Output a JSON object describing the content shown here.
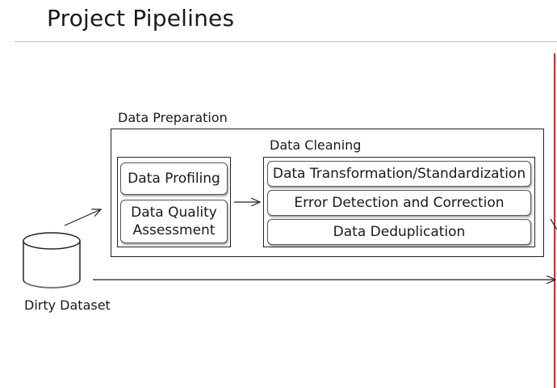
{
  "page": {
    "title": "Project Pipelines"
  },
  "diagram": {
    "source": {
      "label": "Dirty Dataset",
      "icon": "database-cylinder-icon"
    },
    "outer_group": {
      "label": "Data Preparation"
    },
    "profiling_group": {
      "items": [
        "Data Profiling",
        "Data Quality Assessment"
      ]
    },
    "cleaning_group": {
      "label": "Data Cleaning",
      "items": [
        "Data Transformation/Standardization",
        "Error Detection and Correction",
        "Data Deduplication"
      ]
    },
    "colors": {
      "accent_line": "#e0262b",
      "stroke": "#222222"
    }
  }
}
